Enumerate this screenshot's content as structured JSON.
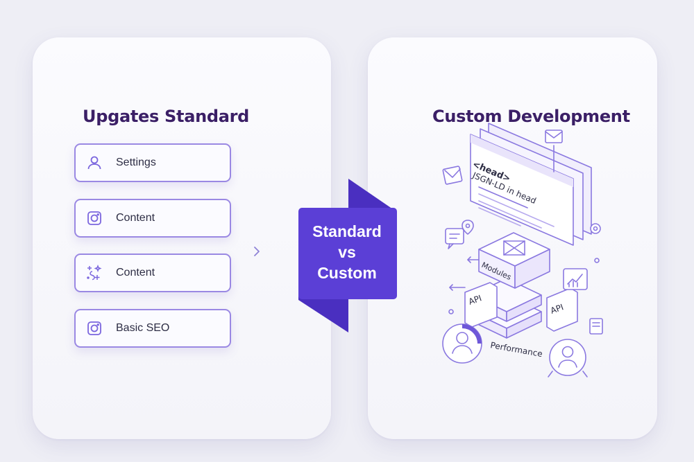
{
  "left_panel": {
    "title": "Upgates Standard",
    "items": [
      {
        "label": "Settings",
        "icon": "user-icon"
      },
      {
        "label": "Content",
        "icon": "camera-icon"
      },
      {
        "label": "Content",
        "icon": "sparkle-settings-icon"
      },
      {
        "label": "Basic SEO",
        "icon": "camera-icon"
      }
    ]
  },
  "center_banner": {
    "line1": "Standard",
    "line2": "vs",
    "line3": "Custom",
    "color": "#5b3fd6"
  },
  "right_panel": {
    "title": "Custom Development",
    "code_window": {
      "tag": "<head>",
      "text": "JSGN-LD in head"
    },
    "labels": {
      "modules": "Modules",
      "api_left": "API",
      "api_right": "API",
      "performance": "Performance"
    }
  },
  "colors": {
    "title": "#3b1f66",
    "accent": "#7b66de",
    "border": "#9a88e3"
  }
}
